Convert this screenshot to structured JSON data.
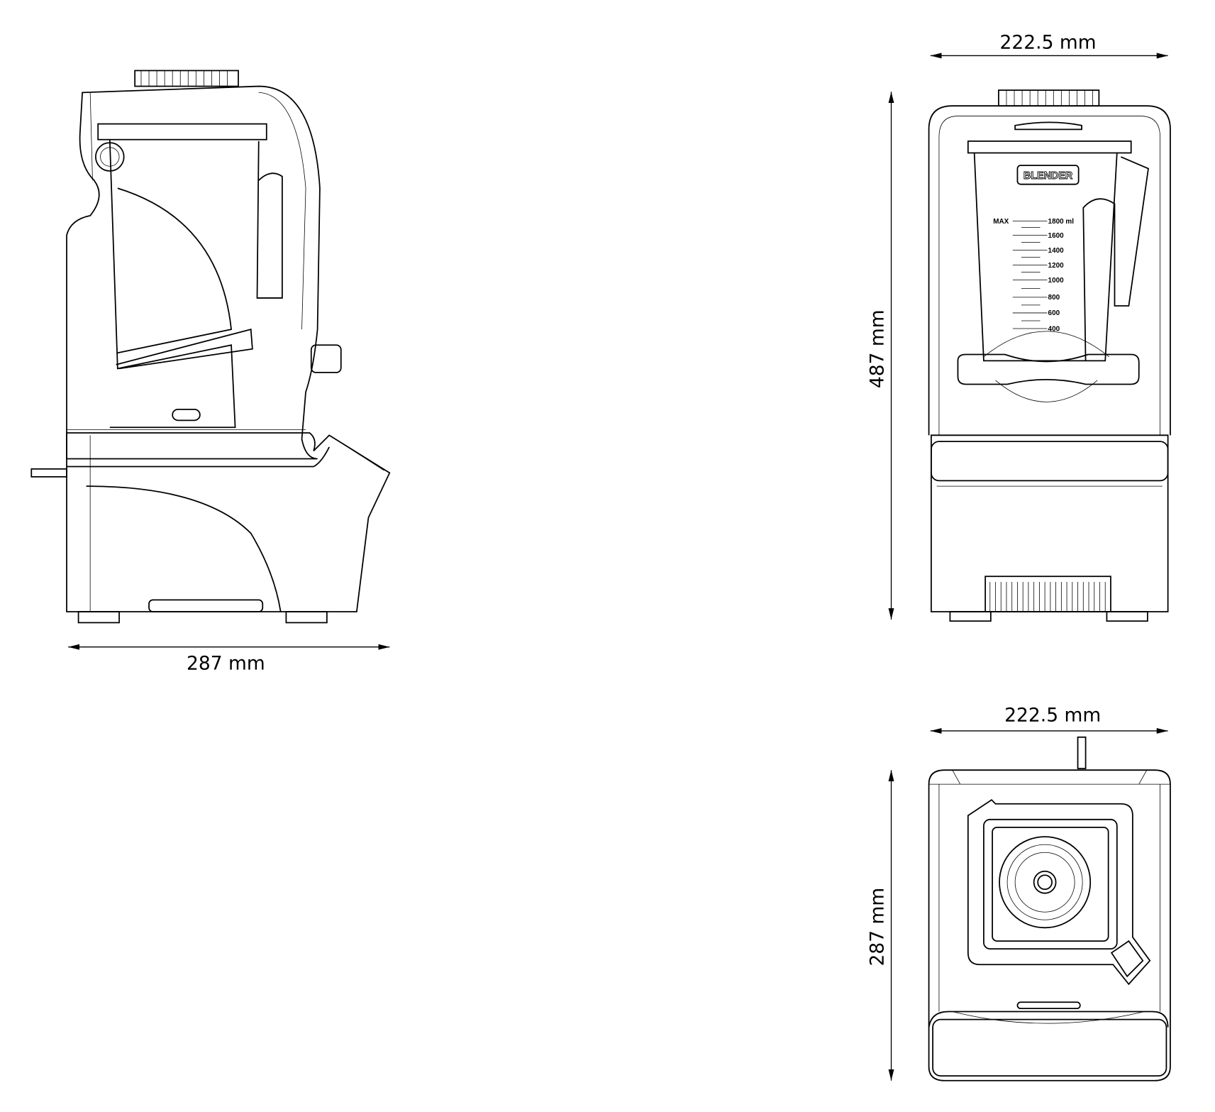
{
  "dimensions": {
    "side_width": "287 mm",
    "front_width": "222.5 mm",
    "front_height": "487 mm",
    "top_width": "222.5 mm",
    "top_depth": "287 mm"
  },
  "jar": {
    "logo": "BLENDER",
    "max_label": "MAX",
    "scale": [
      "1800 ml",
      "1600",
      "1400",
      "1200",
      "1000",
      "800",
      "600",
      "400"
    ]
  }
}
